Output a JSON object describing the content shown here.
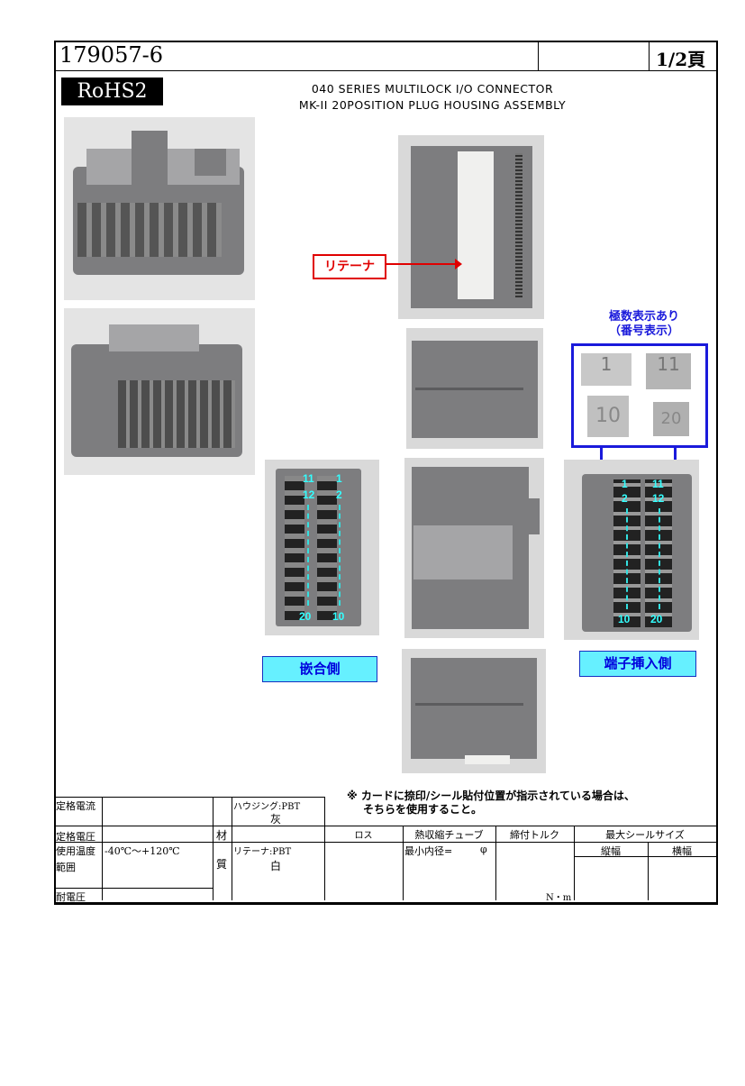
{
  "header": {
    "part_number": "179057-6",
    "page": "1/2頁"
  },
  "badge": "RoHS2",
  "title": {
    "line1": "040 SERIES MULTILOCK I/O CONNECTOR",
    "line2": "MK-II 20POSITION PLUG HOUSING ASSEMBLY"
  },
  "callouts": {
    "retainer": "リテーナ",
    "polarity_title": "極数表示あり",
    "polarity_sub": "（番号表示）",
    "mating_side": "嵌合側",
    "terminal_side": "端子挿入側"
  },
  "mating_pins": {
    "top_left": "11",
    "top_right": "1",
    "second_left": "12",
    "second_right": "2",
    "bottom_left": "20",
    "bottom_right": "10"
  },
  "terminal_pins": {
    "top_left": "1",
    "top_right": "11",
    "second_left": "2",
    "second_right": "12",
    "bottom_left": "10",
    "bottom_right": "20"
  },
  "polarity_closeups": [
    "1",
    "11",
    "10",
    "20"
  ],
  "note": {
    "line1": "※ カードに捺印/シール貼付位置が指示されている場合は、",
    "line2": "そちらを使用すること。"
  },
  "spec_table": {
    "rated_current_label": "定格電流",
    "rated_current": "",
    "rated_voltage_label": "定格電圧",
    "rated_voltage": "",
    "temp_label_1": "使用温度",
    "temp_label_2": "範囲",
    "temp_range": "-40℃～+120℃",
    "withstand_label": "耐電圧",
    "withstand": "",
    "material_label_1": "材",
    "material_label_2": "質",
    "housing_material": "ハウジング:PBT",
    "housing_color": "灰",
    "retainer_material": "リテーナ:PBT",
    "retainer_color": "白"
  },
  "process_table": {
    "lot_label": "ロス",
    "tube_label": "熱収縮チューブ",
    "tube_min_dia": "最小内径=",
    "phi": "φ",
    "torque_label": "締付トルク",
    "torque_unit": "N・m",
    "seal_label": "最大シールサイズ",
    "seal_height": "縦幅",
    "seal_width": "横幅"
  },
  "colors": {
    "cyan": "#33ffff",
    "blue": "#1a1adb",
    "red": "#e00000",
    "housing": "#7d7d7f"
  }
}
